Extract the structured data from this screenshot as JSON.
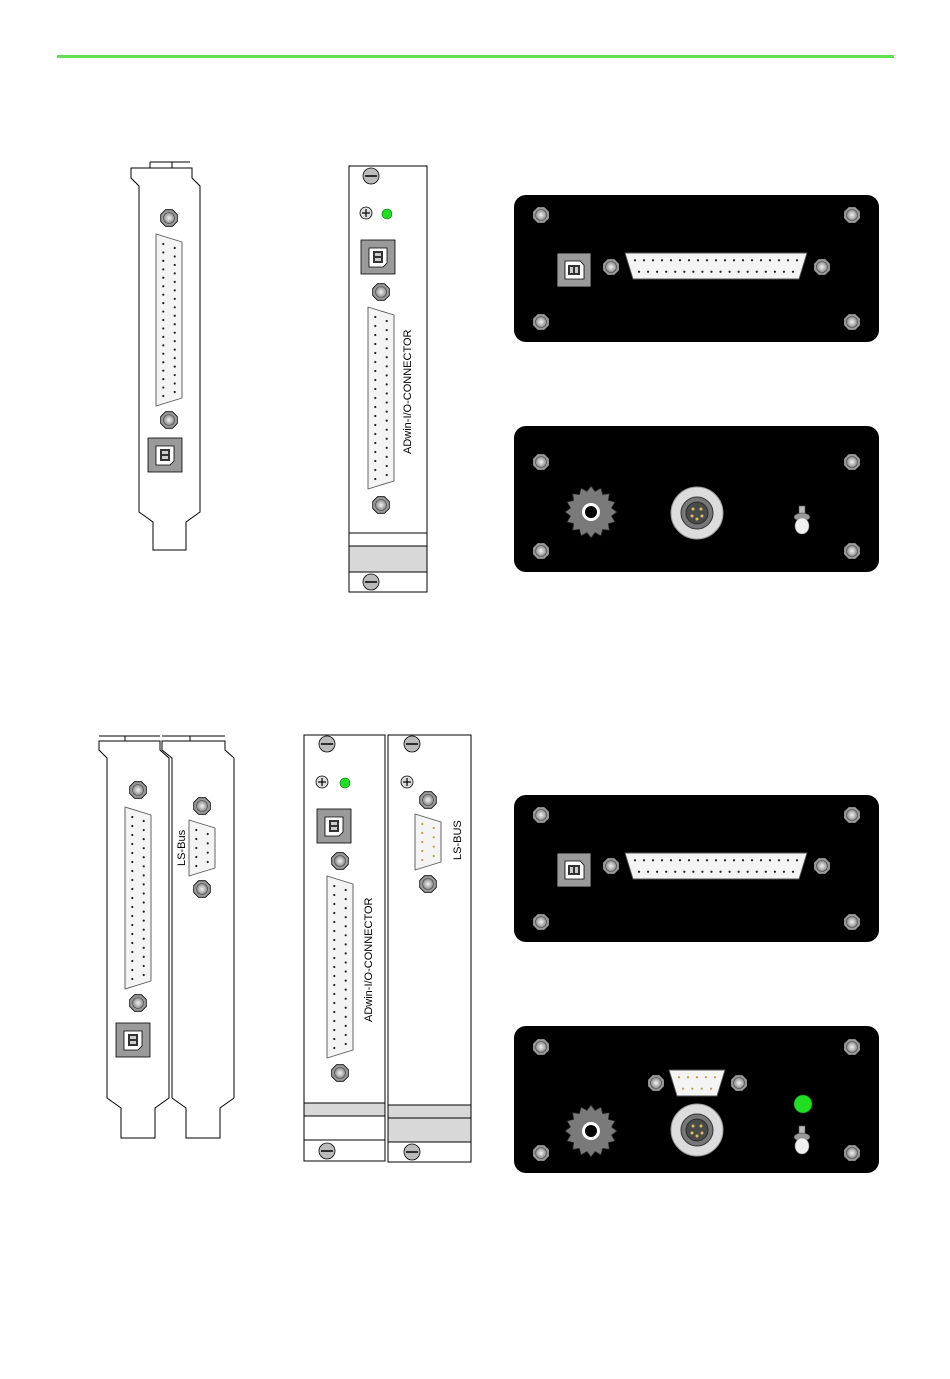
{
  "colors": {
    "accent_line": "#66dd55",
    "led_green": "#22dd22",
    "panel_black": "#000000",
    "metal_gray": "#c8c8c8"
  },
  "labels": {
    "io_connector_1": "ADwin-I/O-CONNECTOR",
    "io_connector_2": "ADwin-I/O-CONNECTOR",
    "ls_bus_bracket": "LS-Bus",
    "ls_bus_module": "LS-BUS"
  },
  "icons": {
    "usb": "usb-b-connector-icon",
    "dsub37": "dsub-37-connector-icon",
    "dsub9": "dsub-9-connector-icon",
    "screw": "screw-icon",
    "power": "power-jack-icon",
    "din": "din-connector-icon",
    "ground": "ground-terminal-icon",
    "led": "status-led-icon"
  }
}
